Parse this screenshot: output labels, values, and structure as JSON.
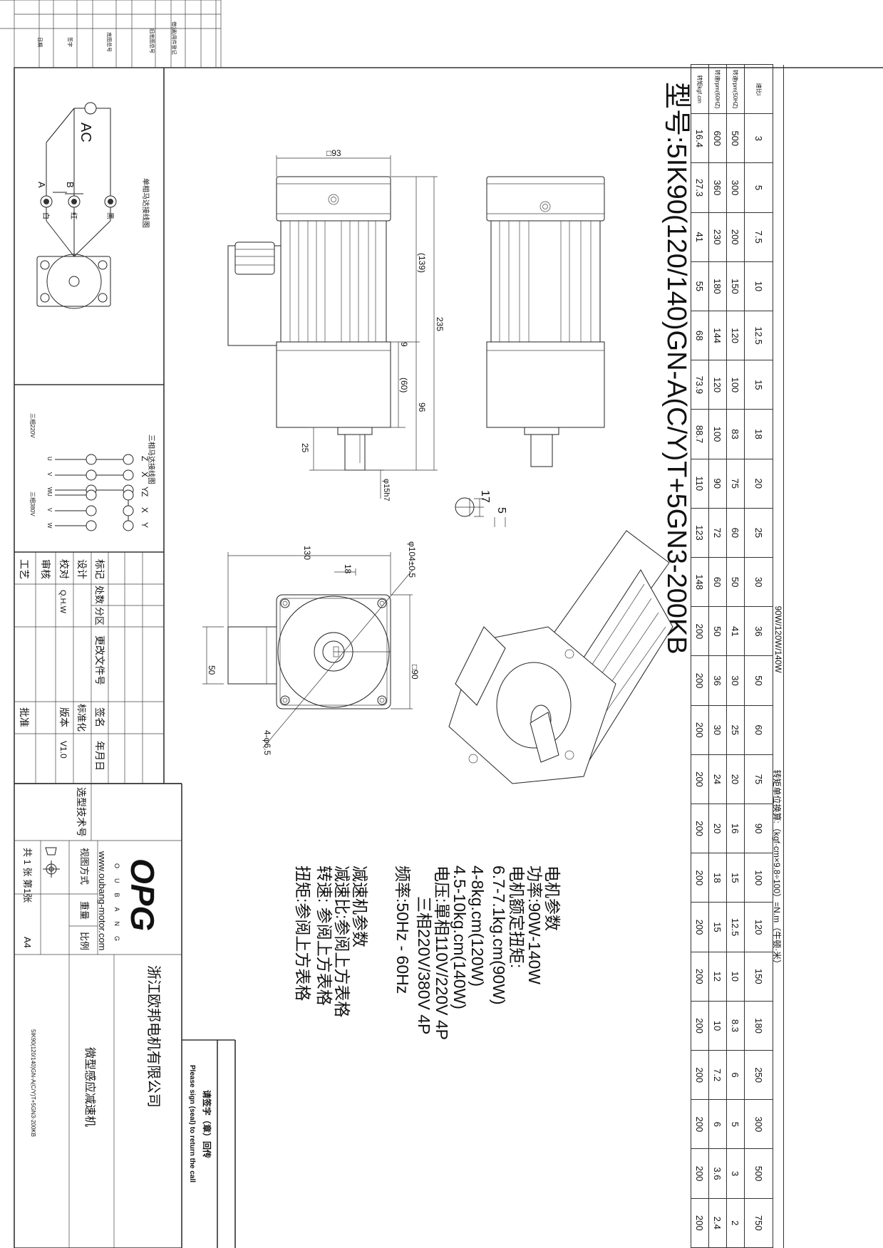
{
  "left_strip": [
    "日期",
    "签字",
    "底图总号",
    "旧底图总号",
    "借(通)用件登记"
  ],
  "model_title": "型号:5IK90(120/140)GN-A(C/Y)T+5GN3-200KB",
  "table": {
    "power_label": "90W/120W/140W",
    "unit_note": "转矩单位换算:（kgf·cm×9.8÷100）=N.m（牛顿·米）",
    "rows": [
      {
        "label": "速比i",
        "values": [
          "3",
          "5",
          "7.5",
          "10",
          "12.5",
          "15",
          "18",
          "20",
          "25",
          "30",
          "36",
          "50",
          "60",
          "75",
          "90",
          "100",
          "120",
          "150",
          "180",
          "250",
          "300",
          "500",
          "750"
        ]
      },
      {
        "label": "转速rpm(50HZ)",
        "values": [
          "500",
          "300",
          "200",
          "150",
          "120",
          "100",
          "83",
          "75",
          "60",
          "50",
          "41",
          "30",
          "25",
          "20",
          "16",
          "15",
          "12.5",
          "10",
          "8.3",
          "6",
          "5",
          "3",
          "2"
        ]
      },
      {
        "label": "转速rpm(60HZ)",
        "values": [
          "600",
          "360",
          "230",
          "180",
          "144",
          "120",
          "100",
          "90",
          "72",
          "60",
          "50",
          "36",
          "30",
          "24",
          "20",
          "18",
          "15",
          "12",
          "10",
          "7.2",
          "6",
          "3.6",
          "2.4"
        ]
      },
      {
        "label": "转矩kgf.cm",
        "values": [
          "16.4",
          "27.3",
          "41",
          "55",
          "68",
          "73.9",
          "88.7",
          "110",
          "123",
          "148",
          "200",
          "200",
          "200",
          "200",
          "200",
          "200",
          "200",
          "200",
          "200",
          "200",
          "200",
          "200",
          "200"
        ]
      }
    ]
  },
  "dimensions": {
    "sq93": "□93",
    "len235": "235",
    "len139": "(139)",
    "len9": "9",
    "len60": "(60)",
    "len96": "96",
    "len25": "25",
    "shaft": "φ15h7",
    "key17": "17",
    "key5": "5",
    "w130": "130",
    "d18": "18",
    "pcd": "φ104±0.5",
    "h50": "50",
    "sq90": "□90",
    "holes": "4-φ6.5"
  },
  "specs": {
    "motor_title": "电机参数",
    "power": "功率:90W-140W",
    "torque_title": "电机额定扭矩:",
    "torque_90": "6.7-7.1kg.cm(90W)",
    "torque_120": "4-8kg.cm(120W)",
    "torque_140": "4.5-10kg.cm(140W)",
    "voltage": "电压:單相110V/220V 4P",
    "voltage_3ph": "三相220V/380V 4P",
    "frequency": "频率:50Hz - 60Hz",
    "gear_title": "减速机参数",
    "ratio": "减速比:参阅上方表格",
    "speed": "转速: 参阅上方表格",
    "gear_torque": "扭矩:参阅上方表格"
  },
  "wiring": {
    "single_title": "单相马达接线图",
    "ac": "AC",
    "a": "A",
    "b": "B",
    "white": "白",
    "red": "红",
    "black": "黑",
    "three_title": "三相马达接线图",
    "u": "U",
    "v": "V",
    "w": "W",
    "z": "Z",
    "x": "X",
    "y": "Y",
    "v220": "三相220V",
    "v380": "三相380V"
  },
  "title_block": {
    "mark": "标记",
    "count": "处数",
    "zone": "分区",
    "change_doc": "更改文件号",
    "signature": "签名",
    "date": "年月日",
    "design": "设计",
    "check": "校对",
    "review": "审核",
    "process": "工艺",
    "checker": "Q.H.W",
    "standard": "标准化",
    "version_label": "版本",
    "version": "V1.0",
    "approve": "批准",
    "selection_no": "选型技术号",
    "logo": "OPG",
    "logo_sub": "OUBANG",
    "website": "www.oubang-motor.com",
    "company": "浙江欧邦电机有限公司",
    "product": "微型感应减速机",
    "model_small": "5IK90(120/140)GN-A(C/Y)T+5GN3-200KB",
    "view_method": "视图方式",
    "weight": "重量",
    "scale": "比例",
    "sheets": "共 1 张 第1张",
    "paper": "A4",
    "sign_cn": "请签字（章）回传",
    "sign_en": "Please sign (seal) to return the call"
  }
}
